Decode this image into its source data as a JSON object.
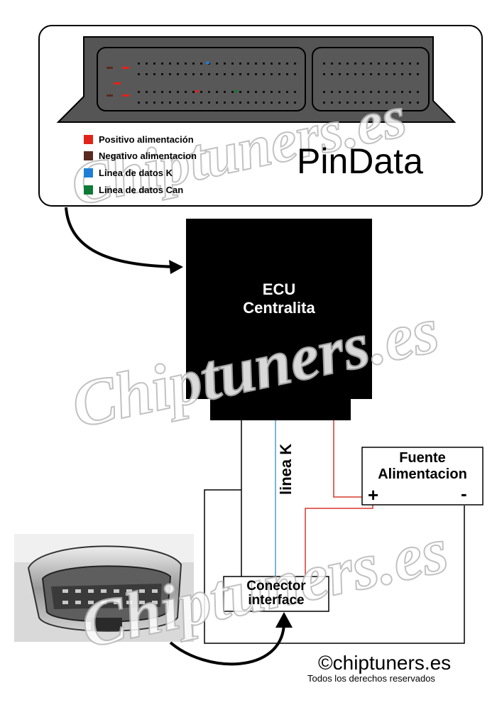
{
  "pinout_panel": {
    "title": "PinData",
    "legend": [
      {
        "label": "Positivo alimentación",
        "color": "#e2231a"
      },
      {
        "label": "Negativo alimentacion",
        "color": "#5a2a1e"
      },
      {
        "label": "Linea de datos K",
        "color": "#1f7fd6"
      },
      {
        "label": "Linea de datos Can",
        "color": "#0f7a36"
      }
    ]
  },
  "ecu": {
    "line1": "ECU",
    "line2": "Centralita"
  },
  "power_supply": {
    "line1": "Fuente",
    "line2": "Alimentacion",
    "plus": "+",
    "minus": "-"
  },
  "k_line_label": "linea K",
  "interface_connector": {
    "line1": "Conector",
    "line2": "interface"
  },
  "watermark": "Chiptuners.es",
  "footer": {
    "copyright": "©chiptuners.es",
    "rights": "Todos los derechos reservados"
  },
  "colors": {
    "wire_k": "#4aa0c8",
    "wire_positive": "#d6382c",
    "wire_ground": "#000000"
  }
}
